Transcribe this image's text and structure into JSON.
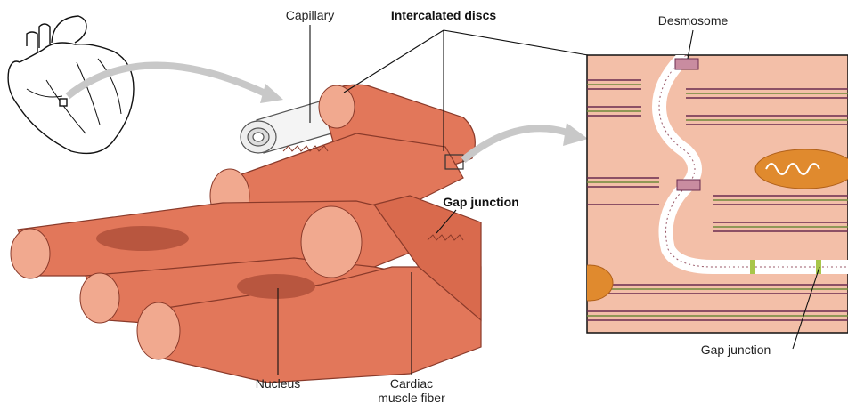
{
  "labels": {
    "capillary": "Capillary",
    "intercalated_discs": "Intercalated discs",
    "desmosome": "Desmosome",
    "gap_junction_bold": "Gap junction",
    "gap_junction_zoom": "Gap junction",
    "nucleus": "Nucleus",
    "cardiac_line1": "Cardiac",
    "cardiac_line2": "muscle fiber"
  },
  "colors": {
    "muscle": "#e2775a",
    "muscle_dark": "#c9583f",
    "muscle_light": "#f1a98f",
    "zoom_bg": "#f3bfa8",
    "myofibril_dark": "#6a2c4f",
    "myofibril_green": "#6f8a3a",
    "nucleus": "#b8563f",
    "mitochondria": "#e08a2e",
    "arrow_gray": "#c8c8c8"
  }
}
